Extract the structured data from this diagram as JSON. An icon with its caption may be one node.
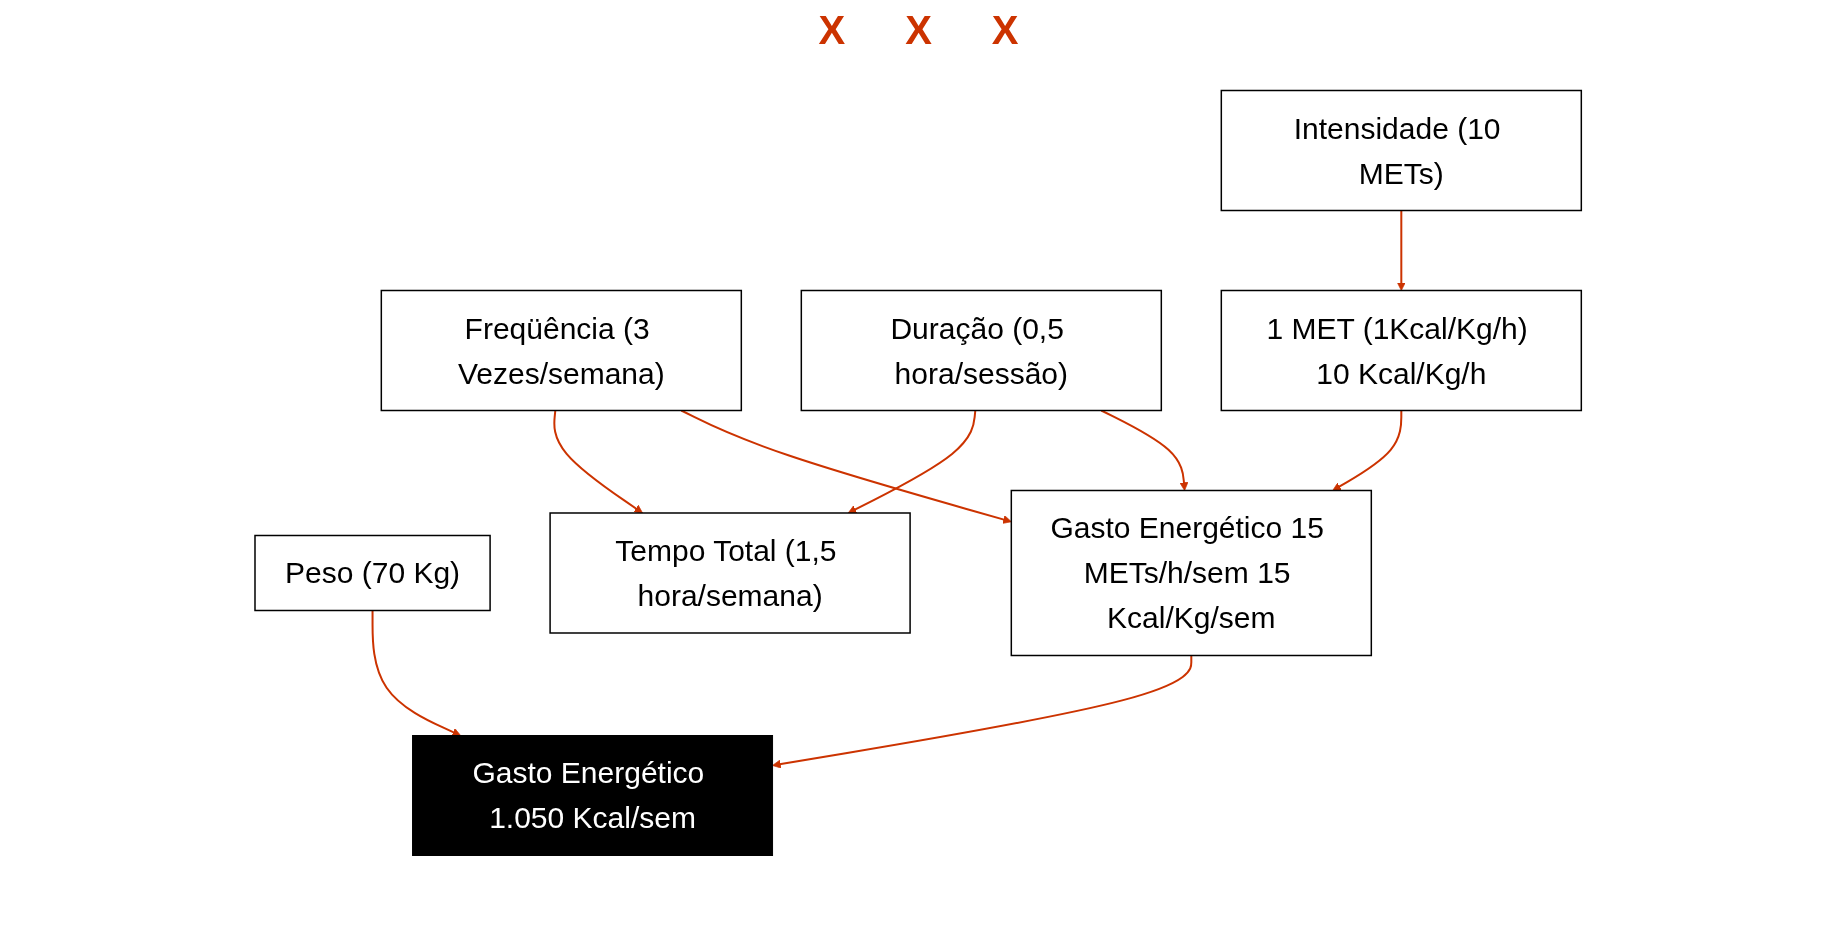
{
  "diagram": {
    "nodes": [
      {
        "text": [
          "Freqüência (3 Vezes/semana)"
        ]
      },
      {
        "text": [
          "Duração (0,5 hora/sessão)"
        ]
      },
      {
        "text": [
          "Intensidade (10 METs)"
        ]
      },
      {
        "text": [
          "Peso (70 Kg)"
        ]
      },
      {
        "text": [
          "Tempo Total (1,5 hora/semana)"
        ]
      },
      {
        "text": [
          "1 MET (1Kcal/Kg/h) 10 Kcal/Kg/h"
        ]
      },
      {
        "text": [
          "Gasto Energético 15 METs/h/sem 15 Kcal/Kg/sem"
        ]
      },
      {
        "text": [
          "Gasto Energético 1.050 Kcal/sem"
        ]
      }
    ],
    "edges": [
      {
        "from": 0,
        "to": 4,
        "arrow": "to"
      },
      {
        "from": 1,
        "to": 4,
        "arrow": "to"
      },
      {
        "from": 1,
        "to": 6,
        "arrow": "to"
      },
      {
        "from": 2,
        "to": 5,
        "arrow": "to"
      },
      {
        "from": 3,
        "to": 7,
        "arrow": "to"
      },
      {
        "from": 0,
        "to": 6,
        "arrow": "to"
      },
      {
        "from": 5,
        "to": 6,
        "arrow": "to"
      },
      {
        "from": 6,
        "to": 7,
        "arrow": "to"
      }
    ],
    "labels": [
      "X",
      "X",
      "X"
    ]
  }
}
